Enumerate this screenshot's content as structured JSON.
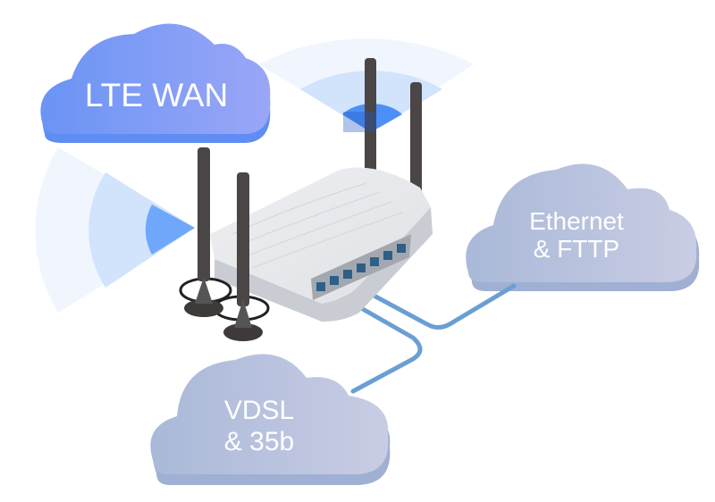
{
  "diagram": {
    "title": "Router WAN connectivity",
    "clouds": [
      {
        "id": "lte",
        "lines": [
          "LTE WAN"
        ],
        "color": "#6e96f7"
      },
      {
        "id": "ethernet",
        "lines": [
          "Ethernet",
          "& FTTP"
        ],
        "color": "#b2c0dd"
      },
      {
        "id": "vdsl",
        "lines": [
          "VDSL",
          "& 35b"
        ],
        "color": "#b2c0dd"
      }
    ],
    "device": {
      "name": "router",
      "ethernet_ports": 7,
      "antennas": 4
    },
    "connections": [
      {
        "from": "router",
        "to": "ethernet",
        "color": "#6a9fd4"
      },
      {
        "from": "router",
        "to": "vdsl",
        "color": "#6a9fd4"
      }
    ],
    "signal_color": "#5b97f5"
  }
}
